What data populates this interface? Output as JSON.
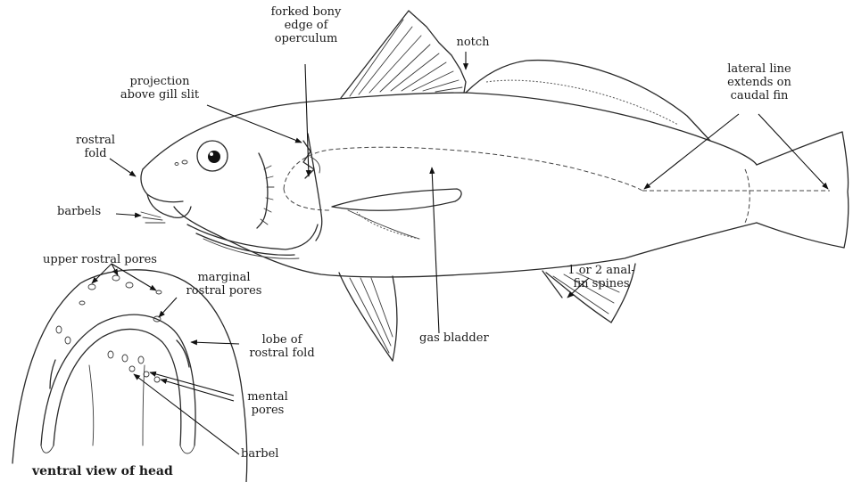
{
  "labels": {
    "forked_bony_edge": [
      "forked bony",
      "edge of",
      "operculum"
    ],
    "notch": "notch",
    "lateral_line": [
      "lateral line",
      "extends on",
      "caudal fin"
    ],
    "projection": [
      "projection",
      "above gill slit"
    ],
    "rostral_fold": [
      "rostral",
      "fold"
    ],
    "barbels": "barbels",
    "upper_rostral_pores": "upper rostral pores",
    "marginal_rostral_pores": [
      "marginal",
      "rostral pores"
    ],
    "lobe_of_rostral_fold": [
      "lobe of",
      "rostral fold"
    ],
    "mental_pores": [
      "mental",
      "pores"
    ],
    "barbel": "barbel",
    "ventral_view": "ventral view of head",
    "gas_bladder": "gas bladder",
    "anal_fin_spines": [
      "1 or 2 anal-",
      "fin spines"
    ]
  }
}
